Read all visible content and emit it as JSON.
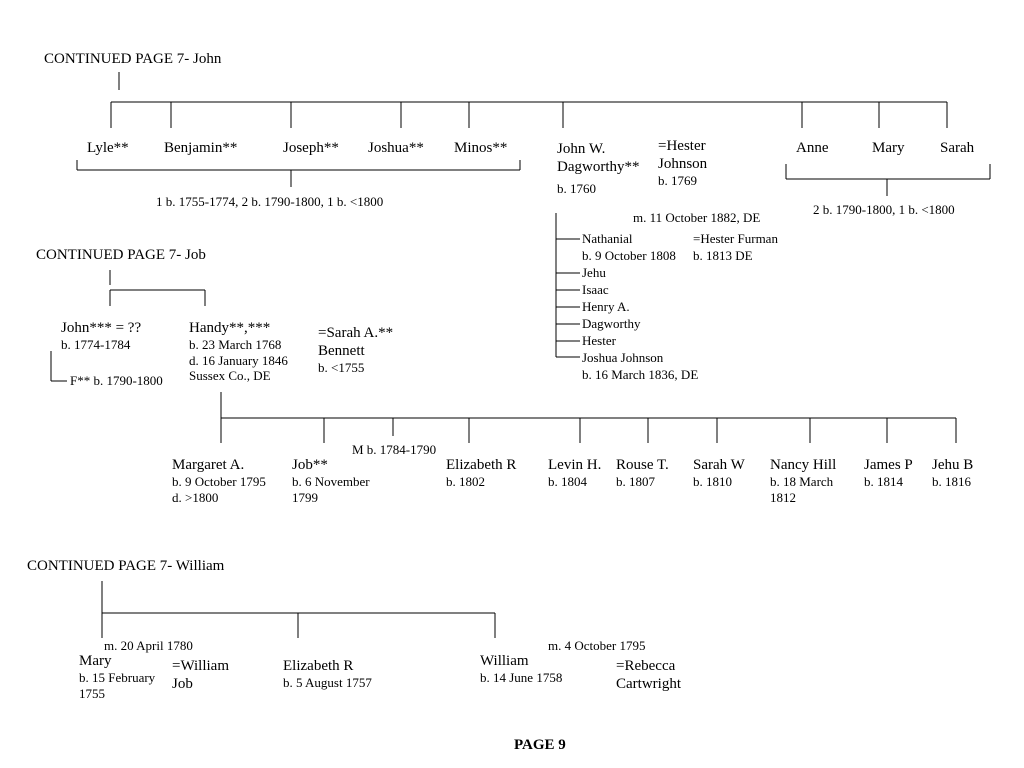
{
  "page_label": "PAGE 9",
  "john_section": {
    "heading": "CONTINUED PAGE 7- John",
    "children": [
      "Lyle**",
      "Benjamin**",
      "Joseph**",
      "Joshua**",
      "Minos**"
    ],
    "group_note": "1 b. 1755-1774, 2 b. 1790-1800, 1 b. <1800",
    "john_w": {
      "name_line1": "John W.",
      "name_line2": "Dagworthy**",
      "birth": "b. 1760"
    },
    "spouse": {
      "name_line1": "=Hester",
      "name_line2": "Johnson",
      "birth": "b. 1769"
    },
    "sisters": [
      "Anne",
      "Mary",
      "Sarah"
    ],
    "sisters_note": "2 b. 1790-1800, 1 b. <1800",
    "marriage": "m. 11 October 1882, DE",
    "john_w_children": [
      "Nathanial",
      "b. 9 October 1808",
      "Jehu",
      "Isaac",
      "Henry A.",
      "Dagworthy",
      "Hester",
      "Joshua Johnson",
      "b. 16 March 1836, DE"
    ],
    "nathanial_spouse": {
      "name": "=Hester Furman",
      "birth": "b. 1813 DE"
    }
  },
  "job_section": {
    "heading": "CONTINUED PAGE 7- Job",
    "john": {
      "name": "John*** = ??",
      "birth": "b. 1774-1784",
      "child": "F** b. 1790-1800"
    },
    "handy": {
      "name": "Handy**,***",
      "birth": "b. 23 March 1768",
      "death": "d. 16 January 1846",
      "place": "Sussex Co., DE"
    },
    "handy_spouse": {
      "name_line1": "=Sarah A.**",
      "name_line2": "Bennett",
      "birth": "b. <1755"
    },
    "m_note": "M b. 1784-1790",
    "children": [
      {
        "name": "Margaret A.",
        "line1": "b. 9 October 1795",
        "line2": "d. >1800"
      },
      {
        "name": "Job**",
        "line1": "b. 6 November",
        "line2": "1799"
      },
      {
        "name": "Elizabeth R",
        "line1": "b. 1802",
        "line2": ""
      },
      {
        "name": "Levin H.",
        "line1": "b. 1804",
        "line2": ""
      },
      {
        "name": "Rouse T.",
        "line1": "b. 1807",
        "line2": ""
      },
      {
        "name": "Sarah W",
        "line1": "b. 1810",
        "line2": ""
      },
      {
        "name": "Nancy Hill",
        "line1": "b. 18 March",
        "line2": "1812"
      },
      {
        "name": "James P",
        "line1": "b. 1814",
        "line2": ""
      },
      {
        "name": "Jehu B",
        "line1": "b. 1816",
        "line2": ""
      }
    ]
  },
  "william_section": {
    "heading": "CONTINUED PAGE 7- William",
    "mary": {
      "marriage": "m. 20 April 1780",
      "name": "Mary",
      "birth_line1": "b. 15 February",
      "birth_line2": "1755"
    },
    "mary_spouse": {
      "name_line1": "=William",
      "name_line2": "Job"
    },
    "elizabeth": {
      "name": "Elizabeth R",
      "birth": "b. 5 August 1757"
    },
    "william": {
      "marriage": "m. 4 October 1795",
      "name": "William",
      "birth": "b. 14 June 1758"
    },
    "william_spouse": {
      "name_line1": "=Rebecca",
      "name_line2": "Cartwright"
    }
  }
}
